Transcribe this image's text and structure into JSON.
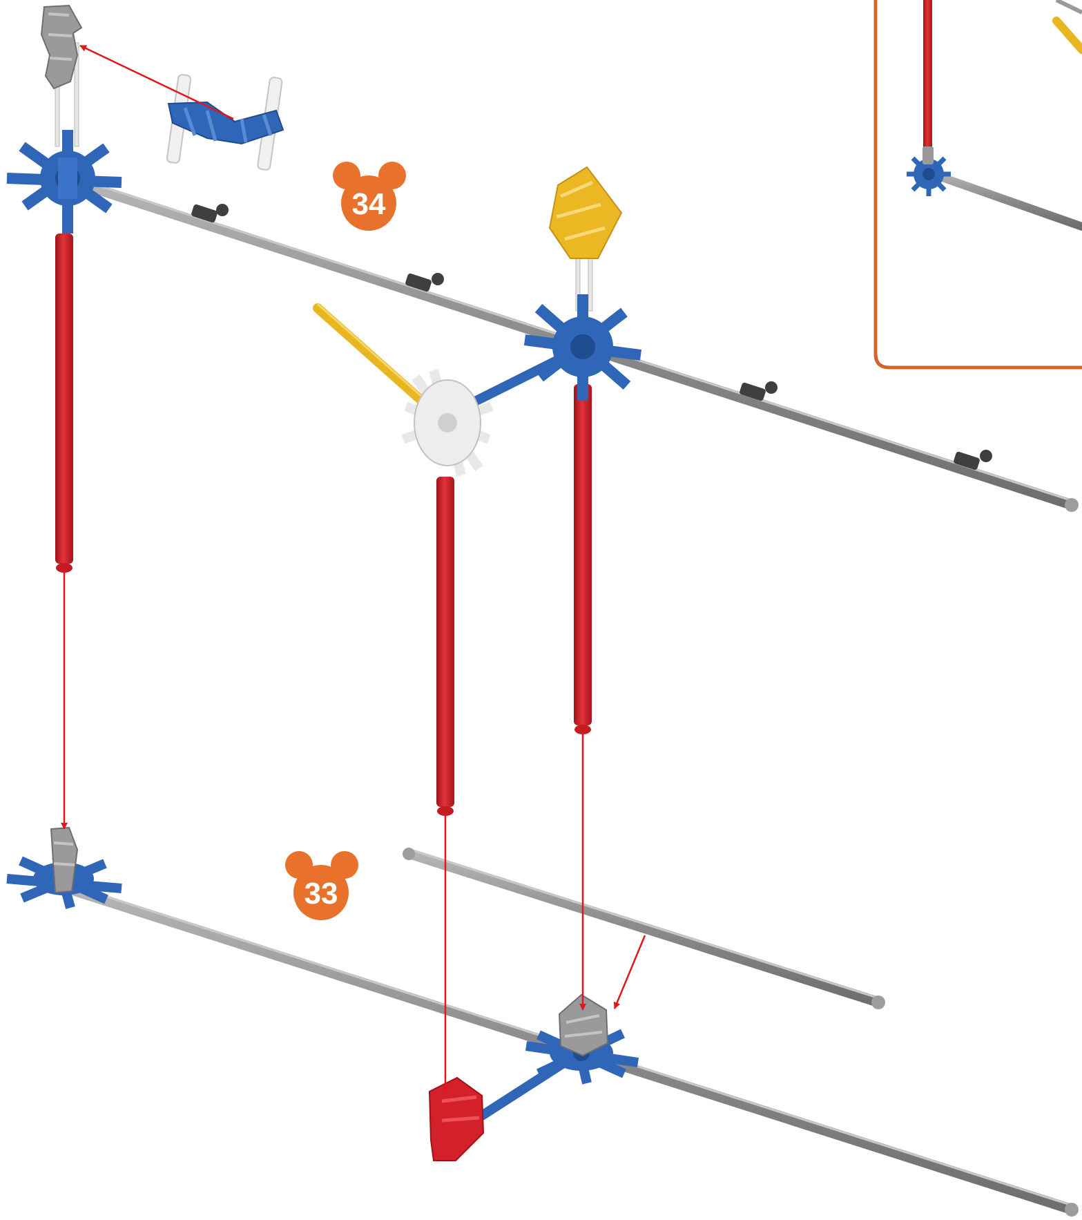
{
  "steps": [
    {
      "number": "34"
    },
    {
      "number": "33"
    }
  ],
  "colors": {
    "badge": "#E8722B",
    "inset_border": "#D2652A",
    "rod_red": "#D3202A",
    "rod_gray": "#8E8E90",
    "rod_yellow": "#E8B620",
    "rod_white": "#E6E6E6",
    "connector_blue": "#2F66B7",
    "connector_gray": "#9A9A9C",
    "connector_yellow": "#EBB823",
    "connector_white": "#E8E8E8",
    "connector_red": "#D3202A",
    "clip_dark": "#3F3F41",
    "arrow": "#E3161C"
  },
  "icons": {
    "step_badge": "mouse-ears-badge",
    "assembly_arrow": "red-arrow"
  }
}
